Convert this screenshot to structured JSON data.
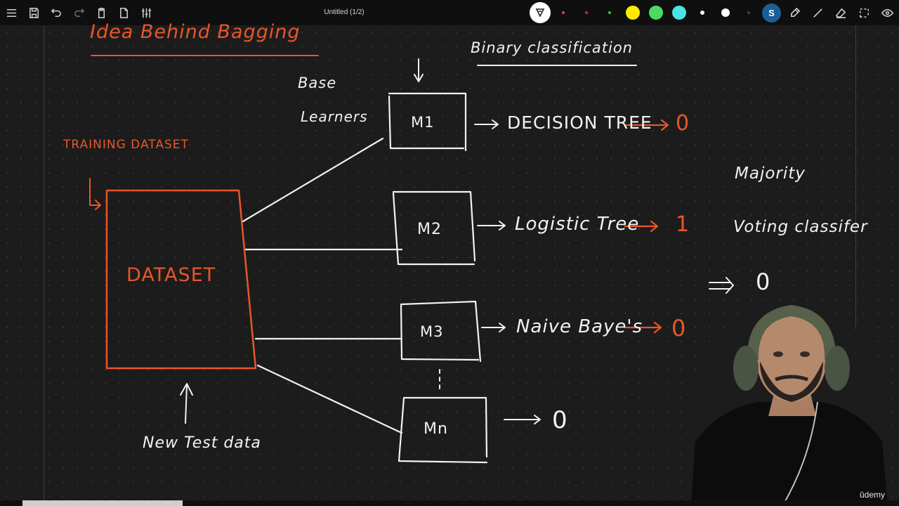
{
  "toolbar": {
    "doc_title": "Untitled (1/2)",
    "colors": [
      "#ff3b3b",
      "#d9201f",
      "#2ecc40",
      "#ffeb00",
      "#4cd964",
      "#4ae3e3",
      "#ffffff",
      "#ffffff",
      "#5b2a8a"
    ]
  },
  "board": {
    "title": "Idea Behind Bagging",
    "binary": "Binary classification",
    "base_learners_1": "Base",
    "base_learners_2": "Learners",
    "training": "TRAINING DATASET",
    "dataset": "DATASET",
    "test": "New Test data",
    "m1": "M1",
    "m2": "M2",
    "m3": "M3",
    "mn": "Mn",
    "dt": "DECISION TREE",
    "lt": "Logistic Tree",
    "nb": "Naive Baye's",
    "out1": "0",
    "out2": "1",
    "out3": "0",
    "out4": "0",
    "majority": "Majority",
    "voting": "Voting classifer",
    "result": "0"
  },
  "brand": {
    "label": "ūdemy"
  }
}
